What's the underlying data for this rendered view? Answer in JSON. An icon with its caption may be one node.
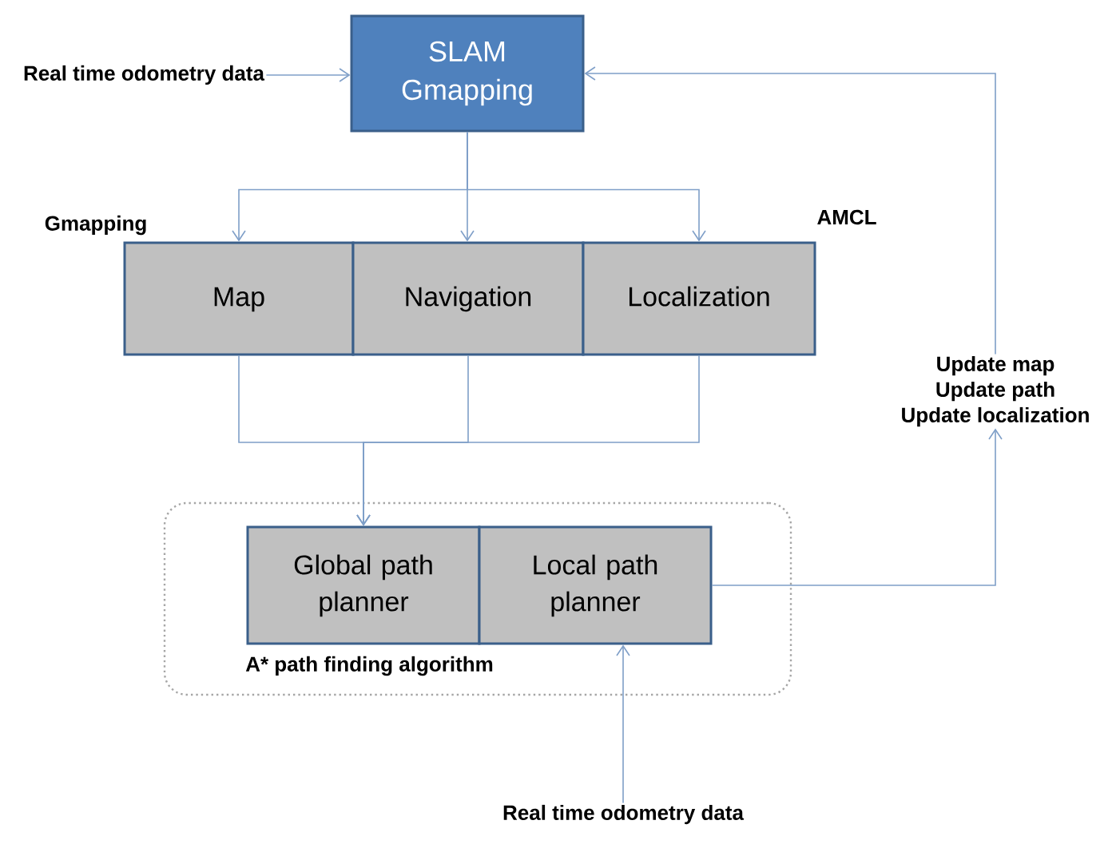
{
  "diagram": {
    "nodes": [
      {
        "text": [
          "Real time odometry data"
        ]
      },
      {
        "text": [
          "SLAM Gmapping"
        ]
      },
      {
        "text": [
          "Map"
        ]
      },
      {
        "text": [
          "Navigation"
        ]
      },
      {
        "text": [
          "Localization"
        ]
      },
      {
        "text": [
          "Update map",
          "Update path",
          "Update localization"
        ]
      },
      {
        "text": [
          "A* path finding algorithm"
        ]
      },
      {
        "text": [
          "Global path planner"
        ],
        "in": 6
      },
      {
        "text": [
          "Local path planner"
        ],
        "in": 6
      },
      {
        "text": [
          "Real time odometry data"
        ]
      }
    ],
    "edges": [
      {
        "from": 0,
        "to": 1,
        "arrow": "to"
      },
      {
        "from": 1,
        "to": 2,
        "arrow": "to"
      },
      {
        "from": 1,
        "to": 3,
        "arrow": "to"
      },
      {
        "from": 1,
        "to": 4,
        "arrow": "to"
      },
      {
        "from": 2,
        "to": 7,
        "arrow": "to"
      },
      {
        "from": 3,
        "to": 7,
        "arrow": "to"
      },
      {
        "from": 4,
        "to": 7,
        "arrow": "to"
      },
      {
        "from": 8,
        "to": 5,
        "arrow": "to"
      },
      {
        "from": 5,
        "to": 1,
        "arrow": "to"
      },
      {
        "from": 9,
        "to": 8,
        "arrow": "to"
      }
    ],
    "labels": [
      "Gmapping",
      "AMCL"
    ]
  }
}
